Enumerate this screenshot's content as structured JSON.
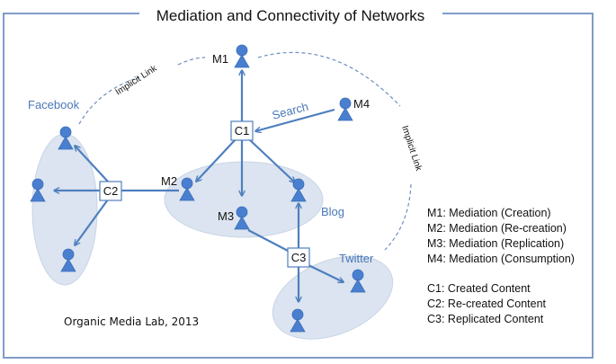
{
  "title": "Mediation and Connectivity of Networks",
  "colors": {
    "frame": "#7f9cc8",
    "edge": "#4f7fbf",
    "node": "#4a7fd0",
    "group_fill": "#dbe4f0",
    "group_label": "#4a78b8",
    "implicit_link": "#6f8fbf"
  },
  "nodes": {
    "m1": {
      "label": "M1"
    },
    "m2": {
      "label": "M2"
    },
    "m3": {
      "label": "M3"
    },
    "m4": {
      "label": "M4"
    }
  },
  "content_boxes": {
    "c1": {
      "label": "C1"
    },
    "c2": {
      "label": "C2"
    },
    "c3": {
      "label": "C3"
    }
  },
  "groups": {
    "facebook": {
      "label": "Facebook"
    },
    "blog": {
      "label": "Blog"
    },
    "twitter": {
      "label": "Twitter"
    }
  },
  "edge_labels": {
    "search": "Search",
    "implicit_left": "Implicit Link",
    "implicit_right": "Implicit Link"
  },
  "legend": {
    "mediation": [
      "M1: Mediation (Creation)",
      "M2: Mediation (Re-creation)",
      "M3: Mediation (Replication)",
      "M4: Mediation (Consumption)"
    ],
    "content": [
      "C1: Created Content",
      "C2: Re-created Content",
      "C3: Replicated Content"
    ]
  },
  "credit": "Organic Media Lab, 2013"
}
